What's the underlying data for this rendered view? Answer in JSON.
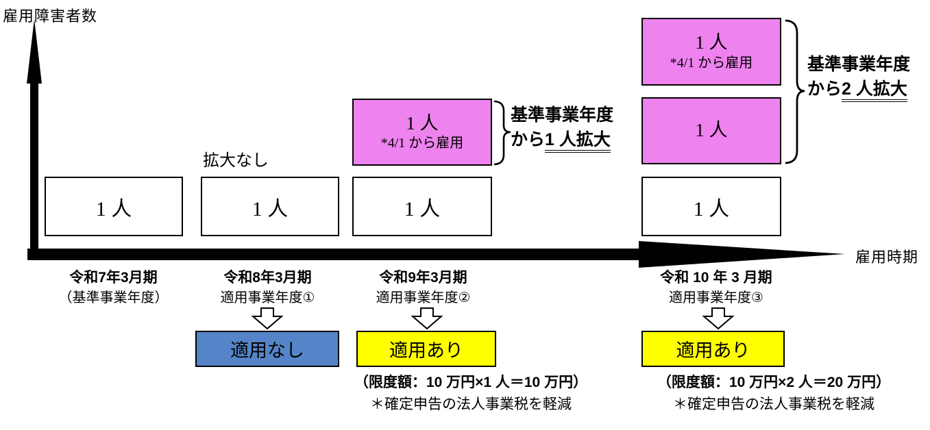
{
  "axes": {
    "y_label": "雇用障害者数",
    "x_label": "雇用時期"
  },
  "colors": {
    "pink": "#EE82EE",
    "blue": "#5585C8",
    "yellow": "#FFFF00",
    "axis": "#000000"
  },
  "columns": [
    {
      "period": "令和7年3月期",
      "sub": "（基準事業年度）",
      "base_box": "1 人"
    },
    {
      "period": "令和8年3月期",
      "sub": "適用事業年度①",
      "expansion_note": "拡大なし",
      "base_box": "1 人",
      "status": {
        "label": "適用なし",
        "color": "#5585C8"
      }
    },
    {
      "period": "令和9年3月期",
      "sub": "適用事業年度②",
      "base_box": "1 人",
      "added_boxes": [
        {
          "count": "1 人",
          "hired": "*4/1 から雇用"
        }
      ],
      "brace_label": {
        "line1": "基準事業年度",
        "line2_prefix": "から",
        "line2_underline": "1 人拡大"
      },
      "status": {
        "label": "適用あり",
        "color": "#FFFF00"
      },
      "note_line1": "（限度額：10 万円×1 人＝10 万円）",
      "note_line2": "＊確定申告の法人事業税を軽減"
    },
    {
      "period": "令和 10 年 3 月期",
      "sub": "適用事業年度③",
      "base_box": "1 人",
      "added_boxes": [
        {
          "count": "1 人",
          "hired": "*4/1 から雇用"
        },
        {
          "count": "1 人"
        }
      ],
      "brace_label": {
        "line1": "基準事業年度",
        "line2_prefix": "から",
        "line2_underline": "2 人拡大"
      },
      "status": {
        "label": "適用あり",
        "color": "#FFFF00"
      },
      "note_line1": "（限度額：10 万円×2 人＝20 万円）",
      "note_line2": "＊確定申告の法人事業税を軽減"
    }
  ]
}
